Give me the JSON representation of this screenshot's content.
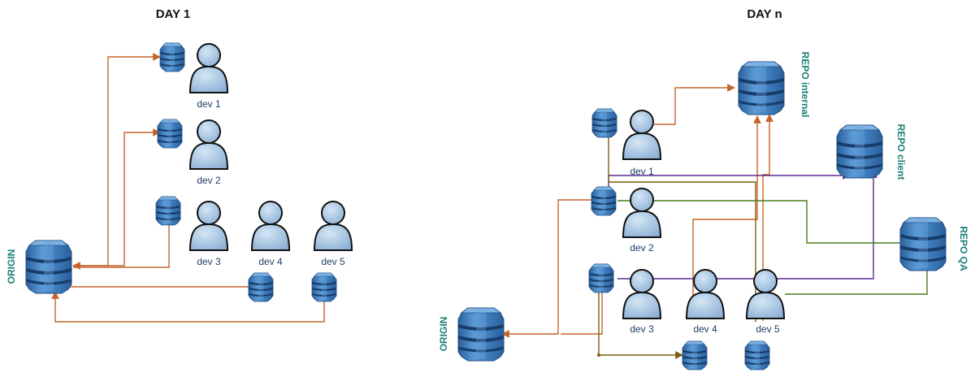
{
  "day1": {
    "title": "DAY 1",
    "origin_label": "ORIGIN",
    "devs": [
      "dev 1",
      "dev 2",
      "dev 3",
      "dev 4",
      "dev 5"
    ]
  },
  "dayn": {
    "title": "DAY n",
    "origin_label": "ORIGIN",
    "repo_internal": "REPO internal",
    "repo_client": "REPO client",
    "repo_qa": "REPO QA",
    "devs": [
      "dev 1",
      "dev 2",
      "dev 3",
      "dev 4",
      "dev 5"
    ]
  },
  "colors": {
    "orange": "#c5642a",
    "purple": "#5b2a8e",
    "green": "#4a7c1a",
    "olive": "#7a5c12",
    "db_light": "#4f8fd0",
    "db_dark": "#2a5f9a",
    "person": "#a9c8e4",
    "label_teal": "#1b7f74"
  },
  "icons": {
    "repository": "database-icon",
    "developer": "person-icon"
  }
}
